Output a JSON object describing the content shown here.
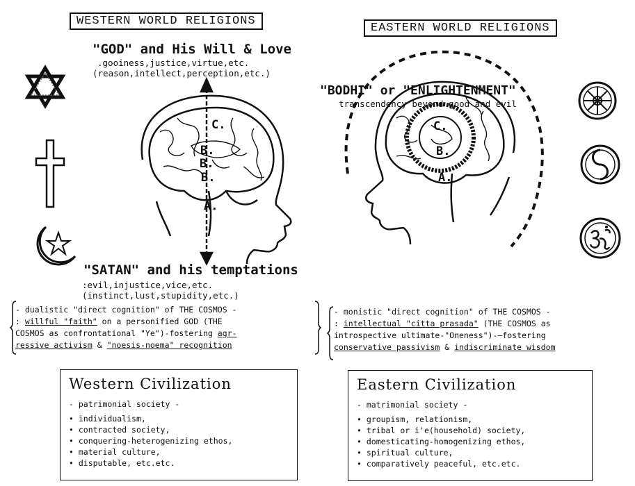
{
  "western": {
    "title": "WESTERN WORLD RELIGIONS",
    "god_heading": "\"GOD\" and His Will & Love",
    "god_line1": ".gooiness,justice,virtue,etc.",
    "god_line2": "(reason,intellect,perception,etc.)",
    "satan_heading": "\"SATAN\" and his temptations",
    "satan_line1": ":evil,injustice,vice,etc.",
    "satan_line2": "(instinct,lust,stupidity,etc.)",
    "brain_labels": [
      "C.",
      "B.",
      "B.",
      "B.",
      "A."
    ],
    "panel": {
      "line1": "- dualistic \"direct cognition\" of THE COSMOS -",
      "line2_pre": ": ",
      "line2_u": "willful \"faith\"",
      "line2_post": " on a personified GOD (THE",
      "line3_pre": "COSMOS as confrontational \"Ye\")-fostering ",
      "line3_u": "agr-",
      "line4_u1": "ressive activism",
      "line4_mid": " & ",
      "line4_u2": "\"noesis-noema\" recognition"
    },
    "civ": {
      "title": "Western Civilization",
      "subtitle": "- patrimonial society -",
      "items": [
        "individualism,",
        "contracted society,",
        "conquering-heterogenizing ethos,",
        "material culture,",
        "disputable, etc.etc."
      ]
    }
  },
  "eastern": {
    "title": "EASTERN WORLD RELIGIONS",
    "bodhi_heading": "\"BODHI\" or \"ENLIGHTENMENT\"",
    "bodhi_line": "transcendency beyond good and evil",
    "brain_labels": [
      "C.",
      "B.",
      "A."
    ],
    "panel": {
      "line1": "- monistic \"direct cognition\" of THE COSMOS -",
      "line2_pre": ": ",
      "line2_u": "intellectual \"citta prasada\"",
      "line2_post": " (THE COSMOS as",
      "line3": "introspective ultimate-\"Oneness\")-—fostering",
      "line4_u1": "conservative passivism",
      "line4_mid": " & ",
      "line4_u2": "indiscriminate wisdom"
    },
    "civ": {
      "title": "Eastern Civilization",
      "subtitle": "- matrimonial society -",
      "items": [
        "groupism, relationism,",
        "tribal or i'e(household) society,",
        "domesticating-homogenizing ethos,",
        "spiritual culture,",
        "comparatively peaceful, etc.etc."
      ]
    }
  },
  "icons": [
    "star-of-david-icon",
    "cross-icon",
    "crescent-star-icon",
    "dharma-wheel-icon",
    "yin-yang-icon",
    "om-icon"
  ]
}
